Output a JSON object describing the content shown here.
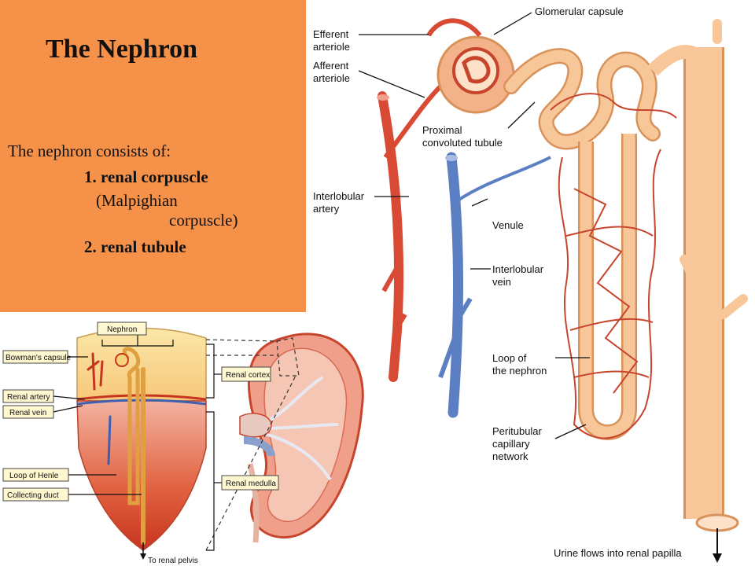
{
  "slide": {
    "title": "The Nephron",
    "intro": "The nephron consists of:",
    "item1": "1. renal corpuscle",
    "item1_alt_line1": "(Malpighian",
    "item1_alt_line2": "corpuscle)",
    "item2": "2. renal tubule"
  },
  "nephron_diagram": {
    "labels": {
      "glomerular_capsule": "Glomerular capsule",
      "efferent_1": "Efferent",
      "efferent_2": "arteriole",
      "afferent_1": "Afferent",
      "afferent_2": "arteriole",
      "proximal_1": "Proximal",
      "proximal_2": "convoluted tubule",
      "interlobular_artery_1": "Interlobular",
      "interlobular_artery_2": "artery",
      "venule": "Venule",
      "interlobular_vein_1": "Interlobular",
      "interlobular_vein_2": "vein",
      "loop_1": "Loop of",
      "loop_2": "the nephron",
      "peritubular_1": "Peritubular",
      "peritubular_2": "capillary",
      "peritubular_3": "network",
      "urine": "Urine flows into renal papilla"
    }
  },
  "kidney_diagram": {
    "labels": {
      "nephron": "Nephron",
      "bowmans_capsule": "Bowman's capsule",
      "renal_artery": "Renal artery",
      "renal_vein": "Renal vein",
      "loop_of_henle": "Loop of Henle",
      "collecting_duct": "Collecting duct",
      "to_renal_pelvis": "To renal pelvis",
      "renal_cortex": "Renal cortex",
      "renal_medulla": "Renal medulla"
    }
  },
  "colors": {
    "panel": "#f59149",
    "artery": "#d94a34",
    "vein": "#5b7fc2",
    "tubule": "#f7c79a",
    "tubule_edge": "#d9925a",
    "capillary": "#c8452d"
  }
}
